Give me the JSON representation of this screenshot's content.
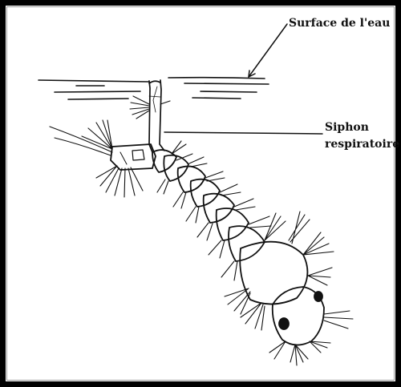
{
  "labels": {
    "surface": "Surface de l'eau",
    "siphon_line1": "Siphon",
    "siphon_line2": "respiratoire"
  },
  "colors": {
    "ink": "#111111",
    "frame": "#000000",
    "background": "#ffffff"
  }
}
